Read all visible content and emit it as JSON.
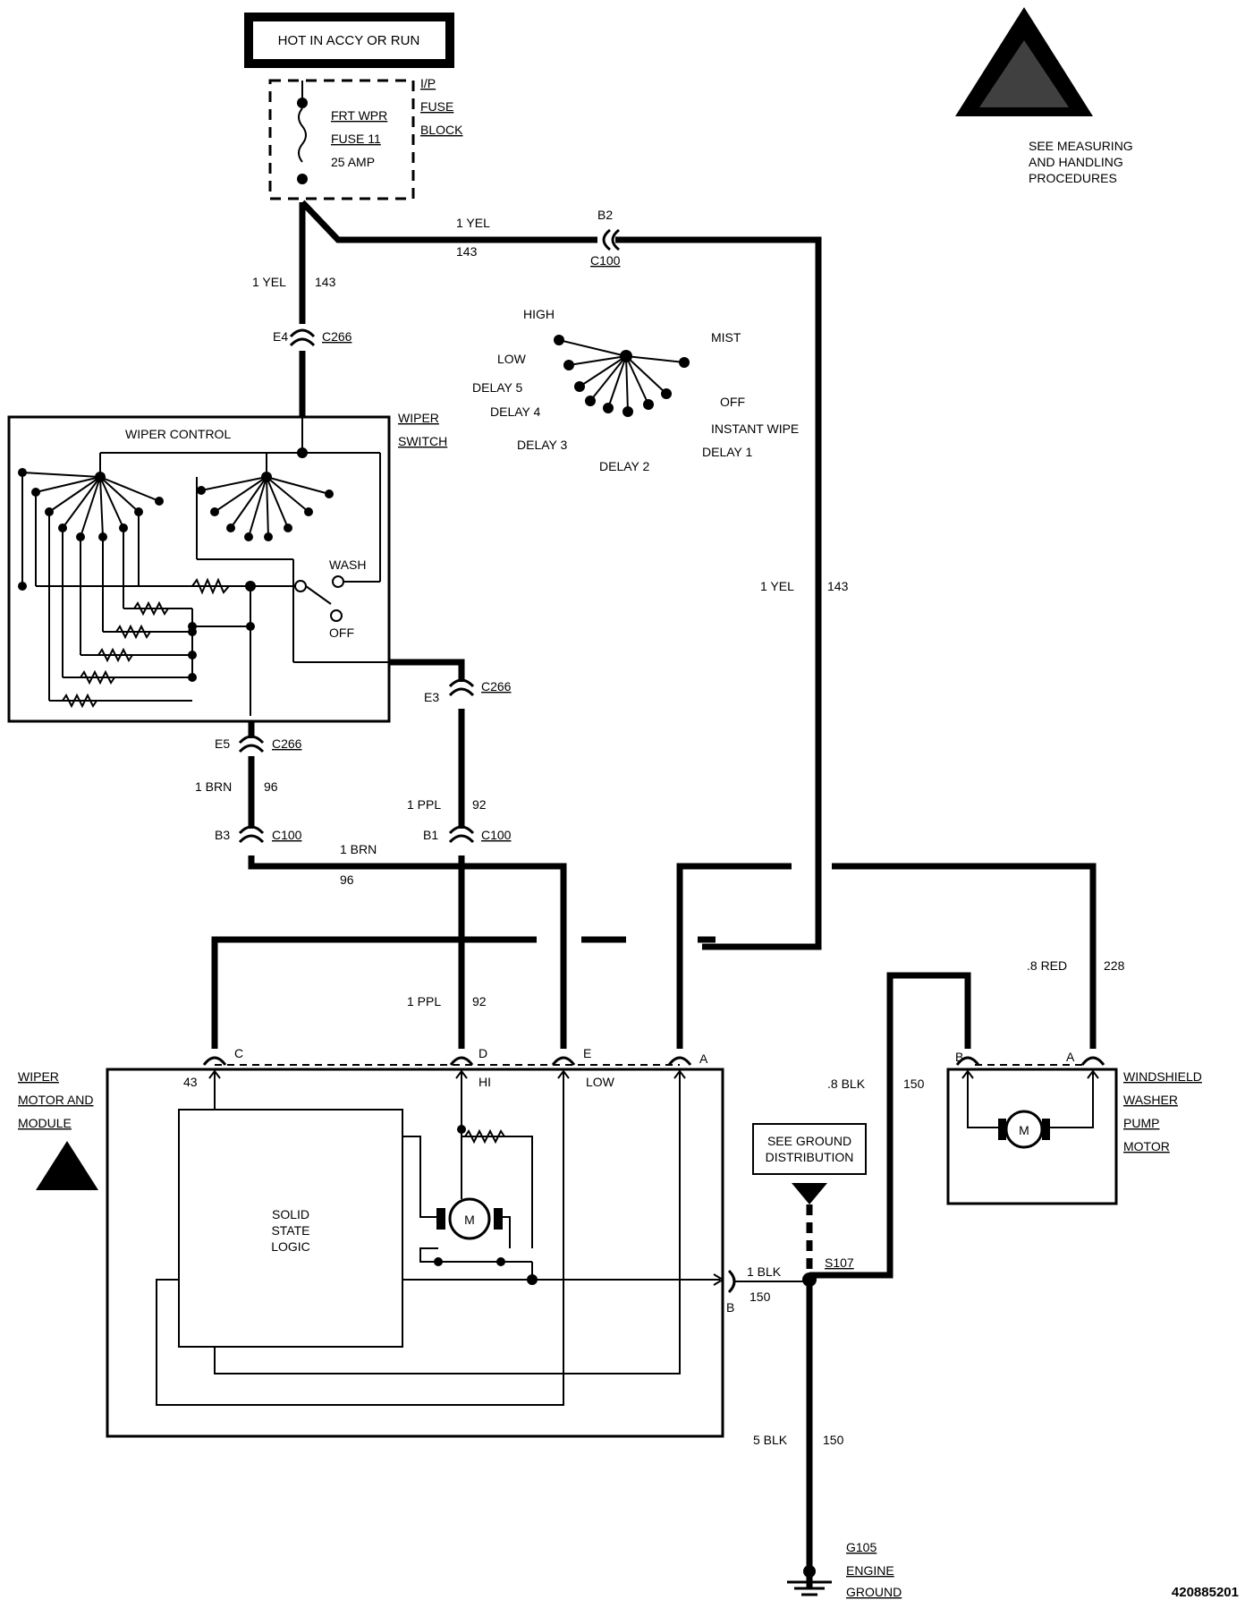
{
  "power": {
    "label": "HOT IN ACCY OR RUN",
    "fuse_block": [
      "I/P",
      "FUSE",
      "BLOCK"
    ],
    "fuse_name": "FRT WPR",
    "fuse_number": "FUSE 11",
    "fuse_rating": "25 AMP"
  },
  "esd_notice": {
    "lines": [
      "SEE MEASURING",
      "AND HANDLING",
      "PROCEDURES"
    ]
  },
  "wires": {
    "w143_size": "1 YEL",
    "w143_circuit": "143",
    "w96_size": "1 BRN",
    "w96_circuit": "96",
    "w92_size": "1 PPL",
    "w92_circuit": "92",
    "w228_size": ".8 RED",
    "w228_circuit": "228",
    "w150a_size": ".8 BLK",
    "w150a_circuit": "150",
    "w150b_size": "1 BLK",
    "w150b_circuit": "150",
    "w150c_size": "5 BLK",
    "w150c_circuit": "150"
  },
  "connectors": {
    "e4": "E4",
    "e3": "E3",
    "e5": "E5",
    "c266": "C266",
    "b2": "B2",
    "b1": "B1",
    "b3": "B3",
    "c100": "C100"
  },
  "switch": {
    "title": "WIPER CONTROL",
    "name": [
      "WIPER",
      "SWITCH"
    ],
    "wash": "WASH",
    "off": "OFF"
  },
  "positions": {
    "high": "HIGH",
    "low": "LOW",
    "delay5": "DELAY 5",
    "delay4": "DELAY 4",
    "delay3": "DELAY 3",
    "delay2": "DELAY 2",
    "delay1": "DELAY 1",
    "instant": "INSTANT WIPE",
    "off": "OFF",
    "mist": "MIST"
  },
  "wiper_motor": {
    "name": [
      "WIPER",
      "MOTOR AND",
      "MODULE"
    ],
    "logic": [
      "SOLID",
      "STATE",
      "LOGIC"
    ],
    "pin_c": "C",
    "pin_d": "D",
    "pin_e": "E",
    "pin_a": "A",
    "pin_b": "B",
    "pin_c_circuit": "43",
    "pin_d_label": "HI",
    "pin_e_label": "LOW",
    "motor_symbol": "M"
  },
  "washer_pump": {
    "name": [
      "WINDSHIELD",
      "WASHER",
      "PUMP",
      "MOTOR"
    ],
    "pin_b": "B",
    "pin_a": "A",
    "motor_symbol": "M"
  },
  "ground": {
    "see_label": [
      "SEE GROUND",
      "DISTRIBUTION"
    ],
    "splice": "S107",
    "name": [
      "G105",
      "ENGINE",
      "GROUND"
    ]
  },
  "figure_id": "420885201"
}
